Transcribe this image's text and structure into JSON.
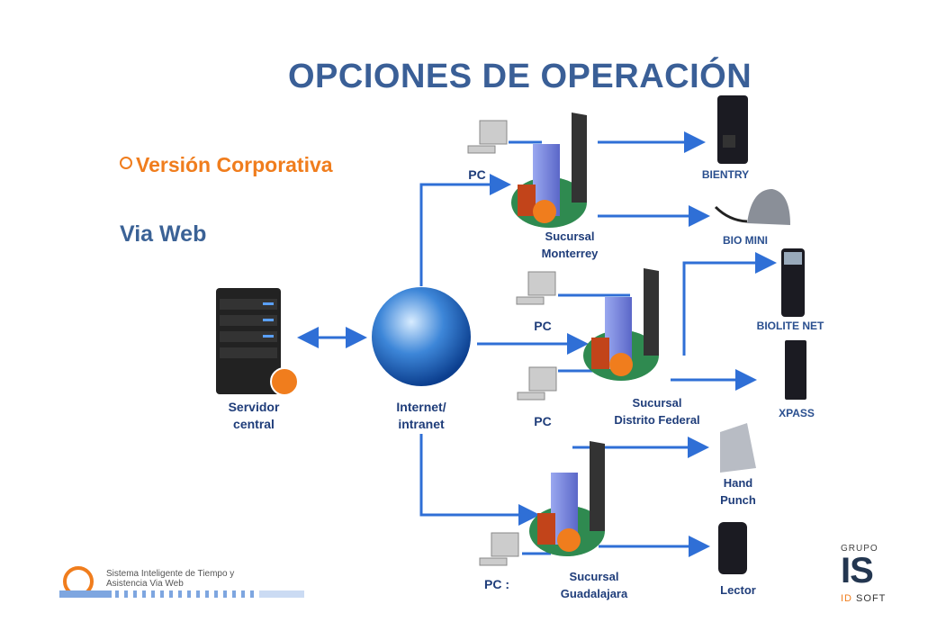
{
  "title": "OPCIONES DE OPERACIÓN",
  "bullet": "Versión Corporativa",
  "subtitle": "Via Web",
  "nodes": {
    "server": "Servidor\ncentral",
    "internet": "Internet/\nintranet",
    "pc": "PC",
    "pc_last": "PC :",
    "monterrey": "Sucursal\nMonterrey",
    "df": "Sucursal\nDistrito Federal",
    "guadalajara": "Sucursal\nGuadalajara"
  },
  "devices": {
    "bientry": "BIENTRY",
    "biomini": "BIO MINI",
    "biolite": "BIOLITE NET",
    "xpass": "XPASS",
    "handpunch": "Hand\nPunch",
    "lector": "Lector"
  },
  "footer": {
    "line1": "Sistema Inteligente de Tiempo y",
    "line2": "Asistencia Via Web"
  },
  "logo": {
    "top": "GRUPO",
    "main": "IS",
    "id": "ID",
    "soft": " SOFT"
  },
  "colors": {
    "arrow": "#2f6fd6",
    "title": "#3a5f97",
    "accent": "#f07d1d"
  }
}
